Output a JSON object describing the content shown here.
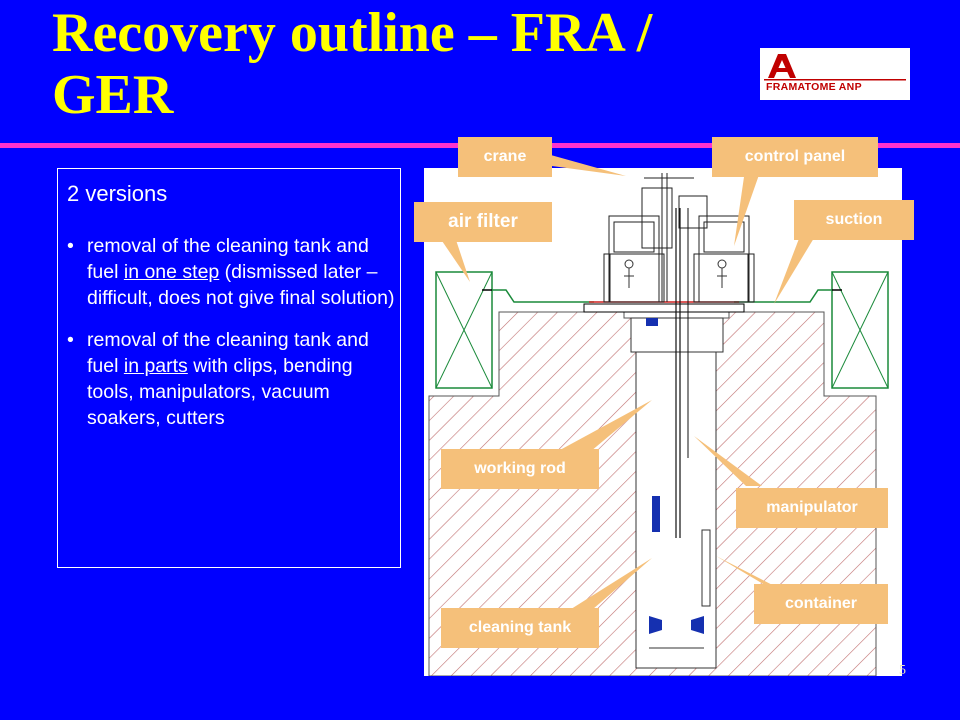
{
  "slide": {
    "title": "Recovery outline – FRA / GER",
    "page_number": "5",
    "colors": {
      "background": "#0000ff",
      "title": "#ffff00",
      "rule": "#ff33cc",
      "callout": "#f5c07a"
    }
  },
  "logo": {
    "mark": "A",
    "text": "FRAMATOME ANP"
  },
  "panel": {
    "heading": "2 versions",
    "bullet1": {
      "a": "removal of the cleaning tank and fuel ",
      "b": "in one step",
      "c": " (dismissed later – difficult, does not give final solution)"
    },
    "bullet2": {
      "a": "removal of the cleaning tank and fuel ",
      "b": "in parts",
      "c": " with clips, bending tools, manipulators, vacuum soakers, cutters"
    }
  },
  "callouts": {
    "crane": "crane",
    "control_panel": "control panel",
    "air_filter": "air filter",
    "suction": "suction",
    "working_rod": "working rod",
    "manipulator": "manipulator",
    "container": "container",
    "cleaning_tank": "cleaning tank"
  }
}
